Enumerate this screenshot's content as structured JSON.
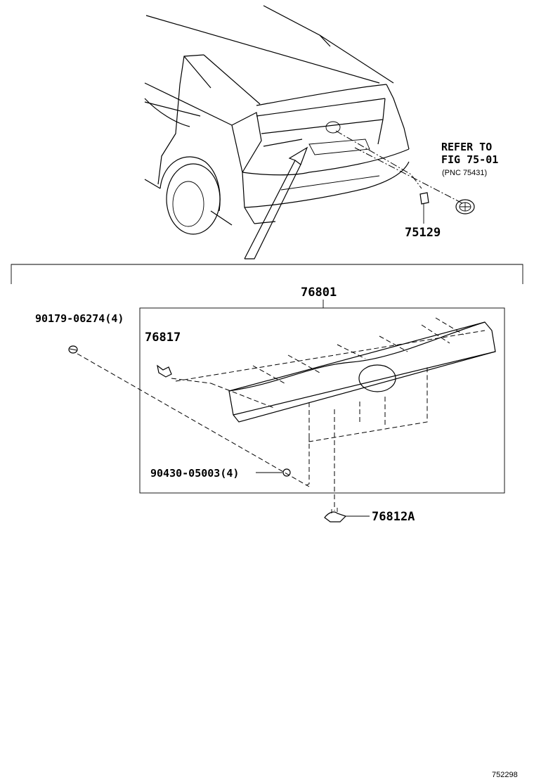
{
  "callouts": {
    "refer_line1": "REFER TO",
    "refer_line2": "FIG 75-01",
    "refer_pnc": "(PNC 75431)",
    "part_75129": "75129",
    "part_76801": "76801",
    "part_90179": "90179-06274(4)",
    "part_76817": "76817",
    "part_90430": "90430-05003(4)",
    "part_76812A": "76812A"
  },
  "illustration_id": "752298"
}
